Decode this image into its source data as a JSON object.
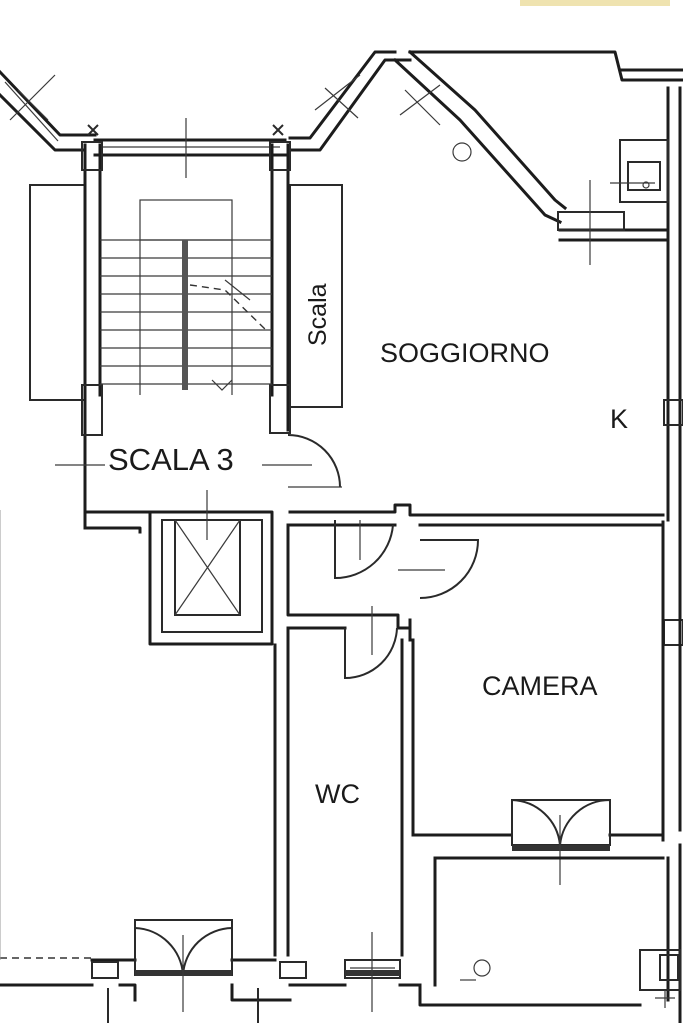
{
  "plan": {
    "rooms": {
      "soggiorno": "SOGGIORNO",
      "kitchen": "K",
      "camera": "CAMERA",
      "wc": "WC"
    },
    "stair": {
      "label": "SCALA 3",
      "side_label": "Scala"
    }
  },
  "colors": {
    "lines": "#1c1c1c",
    "accent": "#e8d9a0"
  }
}
